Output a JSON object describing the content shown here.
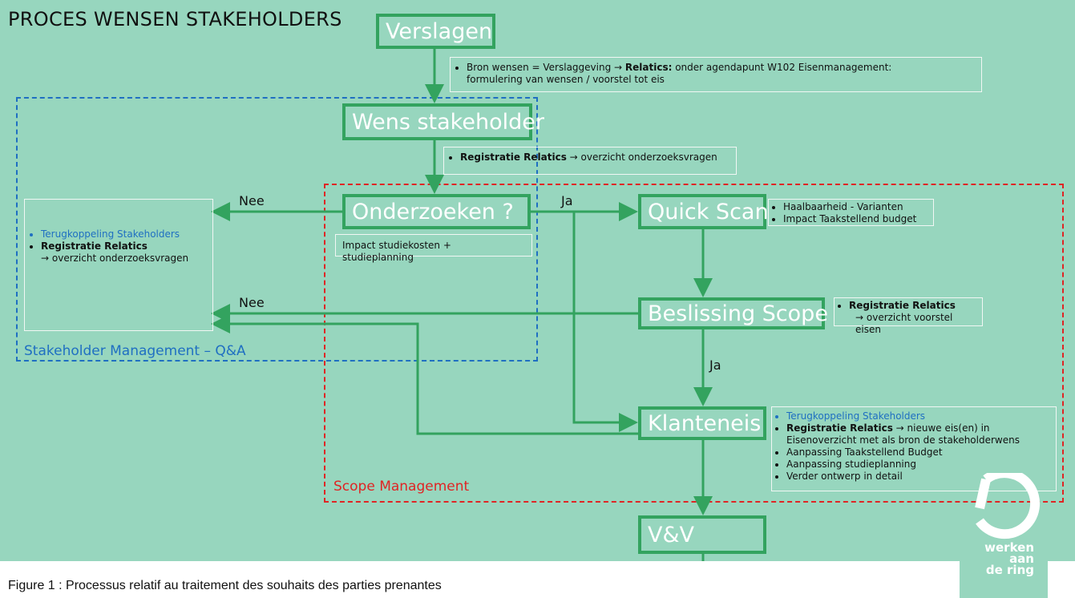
{
  "title": "PROCES WENSEN STAKEHOLDERS",
  "nodes": {
    "verslagen": "Verslagen",
    "wens": "Wens stakeholder",
    "onderzoeken": "Onderzoeken ?",
    "quickscan": "Quick Scan",
    "beslissing": "Beslissing Scope",
    "klanteneis": "Klanteneis",
    "vv": "V&V"
  },
  "notes": {
    "bron_line1_a": "Bron wensen = Verslaggeving → ",
    "bron_line1_b": "Relatics:",
    "bron_line1_c": " onder agendapunt W102 Eisenmanagement:",
    "bron_line2": "formulering van wensen / voorstel tot eis",
    "registratie_a": "Registratie Relatics",
    "registratie_b": " → overzicht onderzoeksvragen",
    "impact": "Impact studiekosten + studieplanning",
    "qs_1": "Haalbaarheid - Varianten",
    "qs_2": "Impact Taakstellend budget",
    "bs_1": "Registratie Relatics",
    "bs_2": "→ overzicht voorstel eisen",
    "sh_1": "Terugkoppeling Stakeholders",
    "sh_2": "Registratie Relatics",
    "sh_3": "→ overzicht onderzoeksvragen",
    "ke_1": "Terugkoppeling Stakeholders",
    "ke_2a": "Registratie Relatics",
    "ke_2b": " → nieuwe eis(en) in Eisenoverzicht met als bron de stakeholderwens",
    "ke_3": "Aanpassing Taakstellend Budget",
    "ke_4": "Aanpassing studieplanning",
    "ke_5": "Verder ontwerp in detail"
  },
  "edge_labels": {
    "nee1": "Nee",
    "ja1": "Ja",
    "nee2": "Nee",
    "ja2": "Ja"
  },
  "regions": {
    "stakeholder": "Stakeholder Management – Q&A",
    "scope": "Scope Management"
  },
  "logo": {
    "line1": "werken",
    "line2": "aan",
    "line3": "de ring"
  },
  "caption": "Figure 1 : Processus relatif au traitement des souhaits des parties prenantes",
  "colors": {
    "background": "#97d6be",
    "node_border": "#33a35f",
    "arrow": "#33a35f",
    "stakeholder_region": "#1f6fc2",
    "scope_region": "#e02424"
  }
}
